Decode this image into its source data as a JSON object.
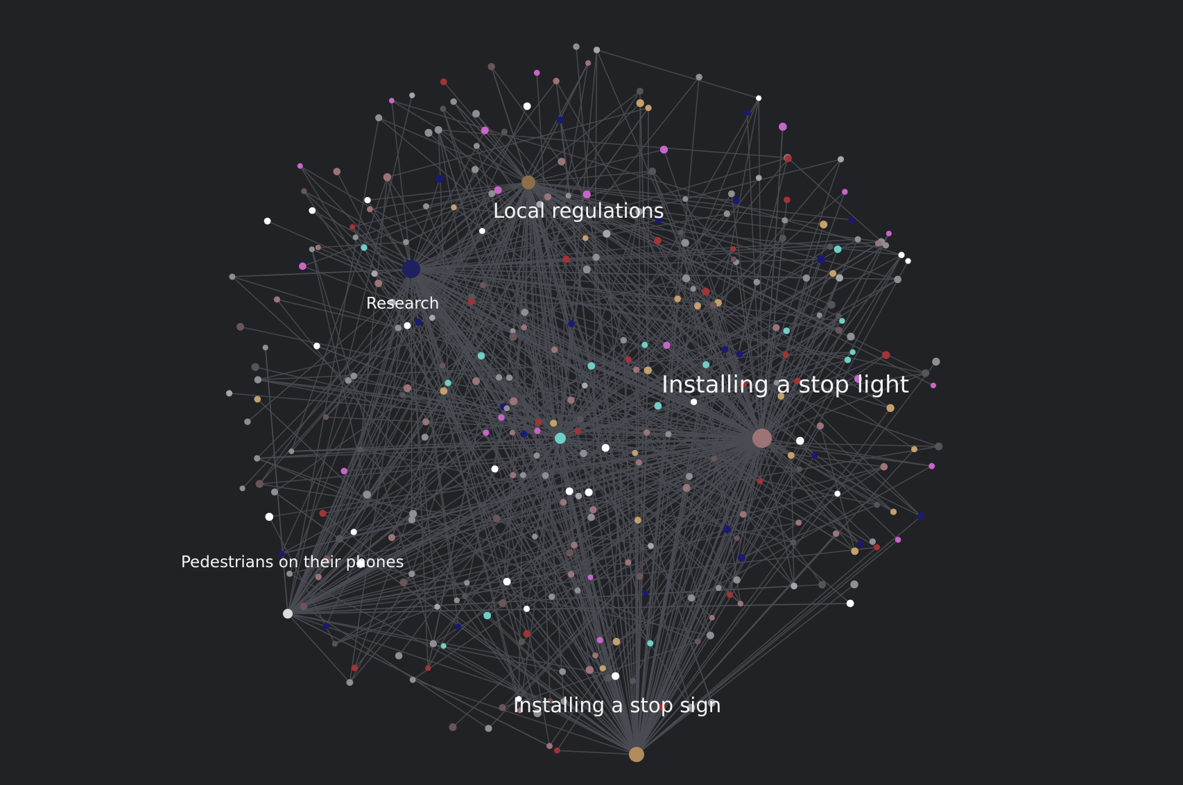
{
  "graph": {
    "type": "force-directed network",
    "labels": {
      "stop_light": "Installing a stop light",
      "stop_sign": "Installing a stop sign",
      "local_regulations": "Local regulations",
      "research": "Research",
      "pedestrians": "Pedestrians on their phones"
    },
    "hub_colors": {
      "stop_light": "#9c7376",
      "stop_sign": "#b38c5c",
      "local_regulations": "#8a6f4a",
      "research": "#1f2060",
      "pedestrians": "#dcdcdc",
      "teal_hub": "#6fcfc4"
    },
    "node_palette": [
      "#8e8e93",
      "#8e8e93",
      "#8e8e93",
      "#8e8e93",
      "#a7a7ab",
      "#9a7478",
      "#9a7478",
      "#a23436",
      "#6fcfc4",
      "#ffffff",
      "#c4a06a",
      "#c865c8",
      "#1a1a70",
      "#555559",
      "#6a5558"
    ],
    "edge_color": "#4a4c53",
    "background": "#212226"
  }
}
